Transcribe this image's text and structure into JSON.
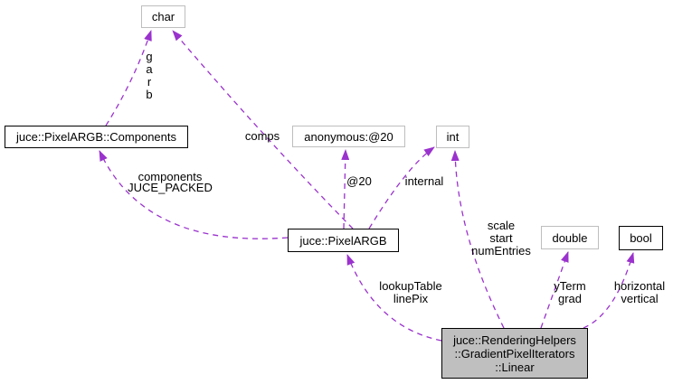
{
  "colors": {
    "background": "#ffffff",
    "text": "#000000",
    "edge": "#9a32cd",
    "node_border_documented": "#000000",
    "node_border_plain": "#bebebe",
    "highlighted_node_fill": "#bfbfbf"
  },
  "nodes": {
    "char": {
      "label": "char"
    },
    "components": {
      "label": "juce::PixelARGB::Components"
    },
    "anonymous": {
      "label": "anonymous:@20"
    },
    "int": {
      "label": "int"
    },
    "pixelargb": {
      "label": "juce::PixelARGB"
    },
    "double": {
      "label": "double"
    },
    "bool": {
      "label": "bool"
    },
    "linear": {
      "label": "juce::RenderingHelpers\n::GradientPixelIterators\n::Linear"
    }
  },
  "edge_labels": {
    "garb": "g\na\nr\nb",
    "comps": "comps",
    "components_packed": "components\nJUCE_PACKED",
    "at20": "@20",
    "internal": "internal",
    "scale_start_numentries": "scale\nstart\nnumEntries",
    "lookuptable_linepix": "lookupTable\nlinePix",
    "yterm_grad": "yTerm\ngrad",
    "horizontal_vertical": "horizontal\nvertical"
  }
}
